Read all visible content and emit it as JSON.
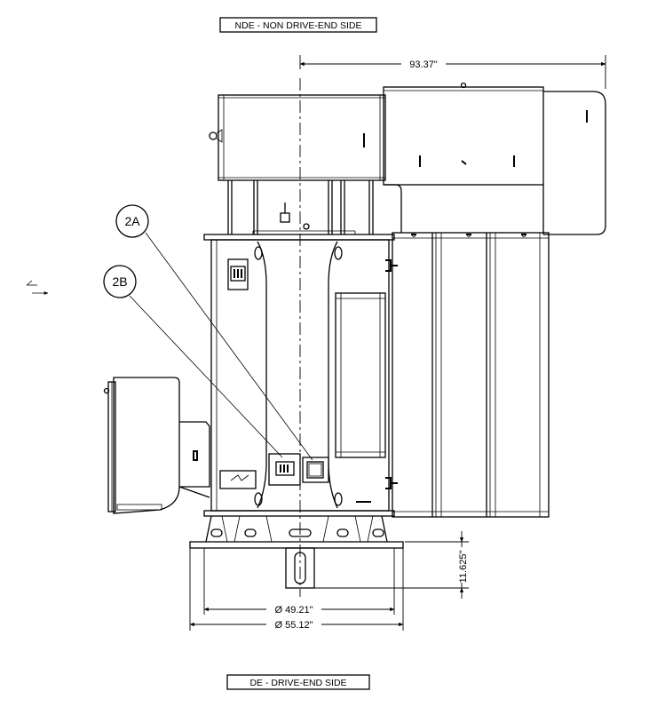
{
  "labels": {
    "top": "NDE - NON DRIVE-END SIDE",
    "bottom": "DE - DRIVE-END SIDE"
  },
  "dimensions": {
    "overall_width": "93.37\"",
    "bolt_circle": "Ø 49.21\"",
    "base_diameter": "Ø 55.12\"",
    "shaft_height": "11.625\""
  },
  "callouts": {
    "a": "2A",
    "b": "2B"
  }
}
